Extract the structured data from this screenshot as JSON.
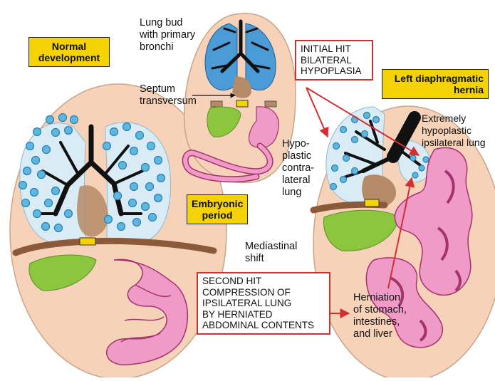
{
  "colors": {
    "embryo_fill": "#f6d3b8",
    "lung_fill": "#d9ecf6",
    "lung_bud_fill": "#4a9bd6",
    "alveoli_fill": "#5db7df",
    "liver_fill": "#8cc63f",
    "intestine_fill": "#f09ac8",
    "mediastinum_fill": "#b58a66",
    "diaphragm_fill": "#8b5a3a",
    "marker_fill": "#f5d300",
    "arrow_red": "#d32f2f"
  },
  "panels": {
    "normal": {
      "label": [
        "Normal",
        "development"
      ]
    },
    "embryonic": {
      "label": [
        "Embryonic",
        "period"
      ]
    },
    "hernia": {
      "label": [
        "Left diaphragmatic",
        "hernia"
      ]
    }
  },
  "labels": {
    "lung_bud": [
      "Lung bud",
      "with primary",
      "bronchi"
    ],
    "septum": [
      "Septum",
      "transversum"
    ],
    "hypoplastic_contra": [
      "Hypo-",
      "plastic",
      "contra-",
      "lateral",
      "lung"
    ],
    "extremely_hypoplastic": [
      "Extremely",
      "hypoplastic",
      "ipsilateral lung"
    ],
    "mediastinal_shift": [
      "Mediastinal",
      "shift"
    ],
    "herniation": [
      "Herniation",
      "of stomach,",
      "intestines,",
      "and liver"
    ]
  },
  "hits": {
    "first": [
      "INITIAL HIT",
      "BILATERAL",
      "HYPOPLASIA"
    ],
    "second": [
      "SECOND HIT",
      "COMPRESSION OF",
      "IPSILATERAL LUNG",
      "BY HERNIATED",
      "ABDOMINAL CONTENTS"
    ]
  }
}
